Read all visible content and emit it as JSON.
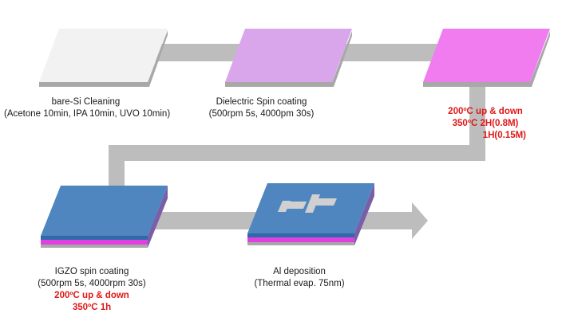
{
  "steps": [
    {
      "title": "bare-Si Cleaning",
      "detail": "(Acetone 10min, IPA 10min, UVO 10min)"
    },
    {
      "title": "Dielectric Spin coating",
      "detail": "(500rpm 5s, 4000pm 30s)"
    },
    {
      "anneal_line1": "200ºC up & down",
      "anneal_line2": "350ºC 2H(0.8M)",
      "anneal_line3": "1H(0.15M)"
    },
    {
      "title": "IGZO spin coating",
      "detail": "(500rpm 5s, 4000rpm 30s)",
      "anneal_line1": "200ºC up & down",
      "anneal_line2": "350ºC 1h"
    },
    {
      "title": "Al deposition",
      "detail": "(Thermal evap. 75nm)"
    }
  ],
  "colors": {
    "arrow": "#bdbdbd",
    "silicon_top": "#f2f2f2",
    "dielectric_top": "#d9a6ec",
    "annealed_top": "#f07cf0",
    "igzo_top": "#4f86c0",
    "igzo_edge": "#2f6aa8",
    "layer_magenta": "#e040e0",
    "substrate_edge": "#a8a8a8",
    "electrode": "#d0d0d0",
    "warning_text": "#e01818"
  }
}
